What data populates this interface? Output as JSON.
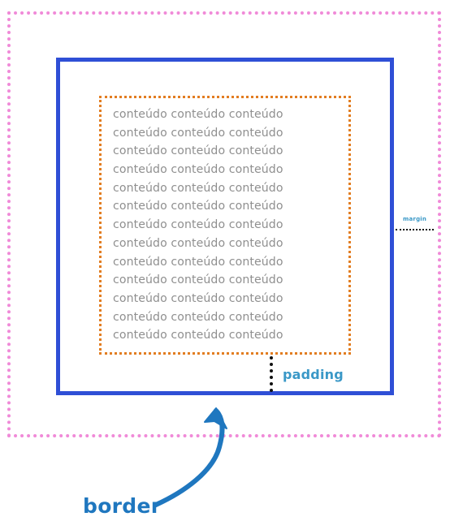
{
  "labels": {
    "content_lines": [
      "conteúdo conteúdo conteúdo",
      "conteúdo conteúdo conteúdo",
      "conteúdo conteúdo conteúdo",
      "conteúdo conteúdo conteúdo",
      "conteúdo conteúdo conteúdo",
      "conteúdo conteúdo conteúdo",
      "conteúdo conteúdo conteúdo",
      "conteúdo conteúdo conteúdo",
      "conteúdo conteúdo conteúdo",
      "conteúdo conteúdo conteúdo",
      "conteúdo conteúdo conteúdo",
      "conteúdo conteúdo conteúdo",
      "conteúdo conteúdo conteúdo"
    ],
    "padding": "padding",
    "margin": "margin",
    "border": "border"
  },
  "colors": {
    "margin": "#f08ad8",
    "border": "#2f4fd6",
    "padding": "#e27d21",
    "label": "#3a98c7",
    "arrow": "#1f77bf",
    "content_text": "#8f8f8f",
    "marker": "#111111"
  }
}
